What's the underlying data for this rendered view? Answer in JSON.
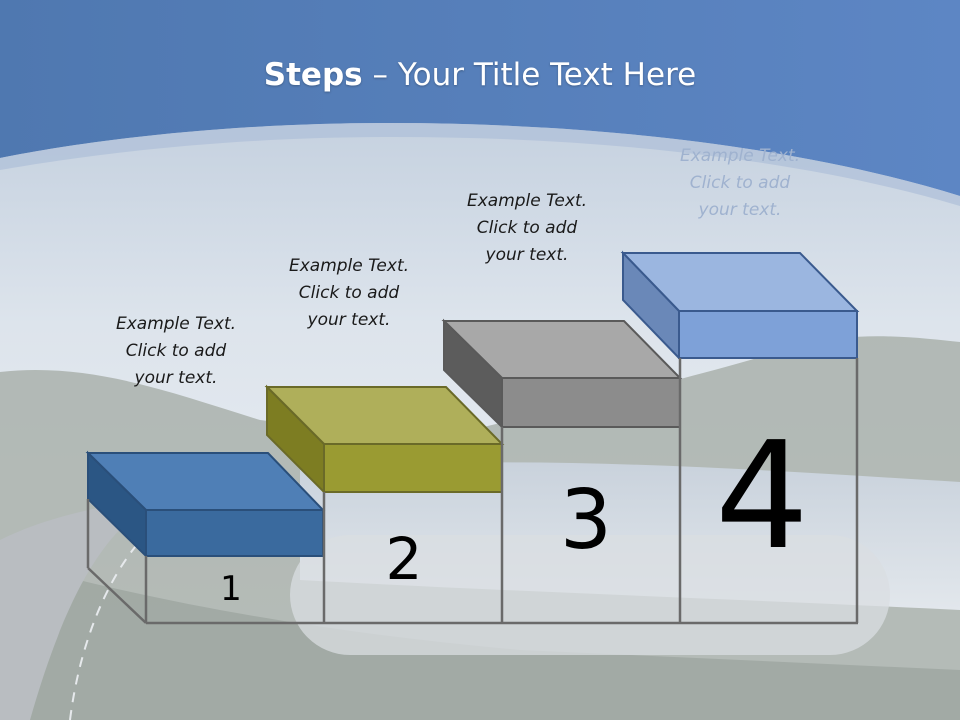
{
  "title": {
    "lead": "Steps",
    "separator": " – ",
    "rest": "Your Title Text Here"
  },
  "steps": [
    {
      "number": "1",
      "caption": "Example Text.\nClick  to add\nyour text.",
      "color": "#3a6a9e"
    },
    {
      "number": "2",
      "caption": "Example Text.\nClick  to add\nyour text.",
      "color": "#9a9b32"
    },
    {
      "number": "3",
      "caption": "Example Text.\nClick  to add\nyour text.",
      "color": "#8c8c8c"
    },
    {
      "number": "4",
      "caption": "Example Text.\nClick  to add\nyour text.",
      "color": "#7ea1d8"
    }
  ],
  "colors": {
    "header": "#5a80b8",
    "frame": "#6a6a6a"
  }
}
